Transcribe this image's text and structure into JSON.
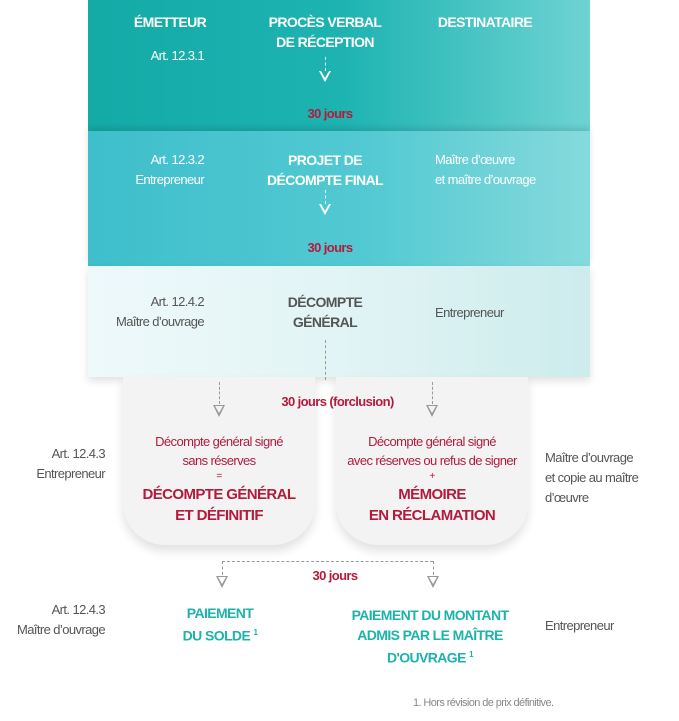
{
  "header": {
    "emitter": "ÉMETTEUR",
    "center_line1": "PROCÈS VERBAL",
    "center_line2": "DE RÉCEPTION",
    "recipient": "DESTINATAIRE",
    "article": "Art. 12.3.1"
  },
  "step1": {
    "delay": "30 jours"
  },
  "step2": {
    "article": "Art. 12.3.2",
    "emitter": "Entrepreneur",
    "title_line1": "PROJET DE",
    "title_line2": "DÉCOMPTE FINAL",
    "recipient_line1": "Maître d’œuvre",
    "recipient_line2": "et maître d’ouvrage",
    "delay": "30 jours"
  },
  "step3": {
    "article": "Art. 12.4.2",
    "emitter": "Maître d’ouvrage",
    "title_line1": "DÉCOMPTE",
    "title_line2": "GÉNÉRAL",
    "recipient": "Entrepreneur",
    "delay": "30 jours (forclusion)"
  },
  "step4": {
    "article": "Art. 12.4.3",
    "emitter": "Entrepreneur",
    "left": {
      "line1": "Décompte général signé",
      "line2": "sans réserves",
      "op": "=",
      "title1": "DÉCOMPTE GÉNÉRAL",
      "title2": "ET DÉFINITIF"
    },
    "right": {
      "line1": "Décompte général signé",
      "line2": "avec réserves ou refus de signer",
      "op": "+",
      "title1": "MÉMOIRE",
      "title2": "EN RÉCLAMATION"
    },
    "recipient_line1": "Maître d’ouvrage",
    "recipient_line2": "et copie au maître",
    "recipient_line3": "d’œuvre",
    "delay": "30 jours"
  },
  "step5": {
    "article": "Art. 12.4.3",
    "emitter": "Maître d’ouvrage",
    "left_line1": "PAIEMENT",
    "left_line2": "DU  SOLDE",
    "right_line1": "PAIEMENT DU MONTANT",
    "right_line2": "ADMIS PAR LE MAÎTRE",
    "right_line3": "D'OUVRAGE",
    "footnote_mark": "1",
    "recipient": "Entrepreneur"
  },
  "footnote": "1. Hors révision de prix définitive.",
  "colors": {
    "teal_dark": "#14aaa6",
    "teal_mid": "#3ebfcb",
    "red": "#b31b3c",
    "teal_text": "#1bb3ac",
    "gray": "#555555"
  }
}
